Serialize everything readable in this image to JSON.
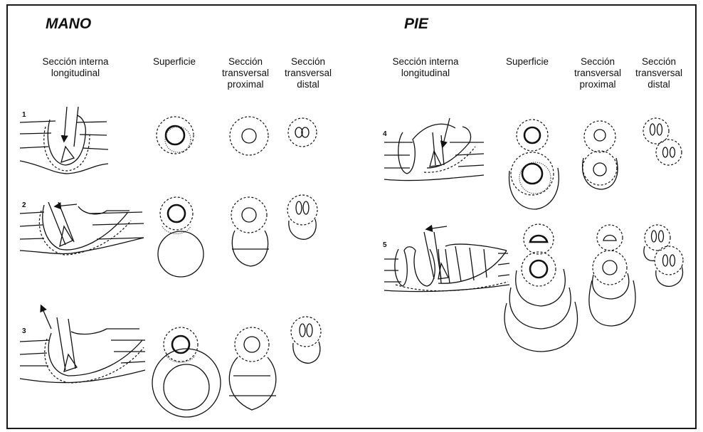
{
  "hand": {
    "title": "MANO",
    "columns": {
      "internal": "Sección interna\nlongitudinal",
      "surface": "Superficie",
      "proximal": "Sección\ntransversal\nproximal",
      "distal": "Sección\ntransversal\ndistal"
    },
    "rows": [
      "1",
      "2",
      "3"
    ]
  },
  "foot": {
    "title": "PIE",
    "columns": {
      "internal": "Sección interna\nlongitudinal",
      "surface": "Superficie",
      "proximal": "Sección\ntransversal\nproximal",
      "distal": "Sección\ntransversal\ndistal"
    },
    "rows": [
      "4",
      "5"
    ]
  }
}
